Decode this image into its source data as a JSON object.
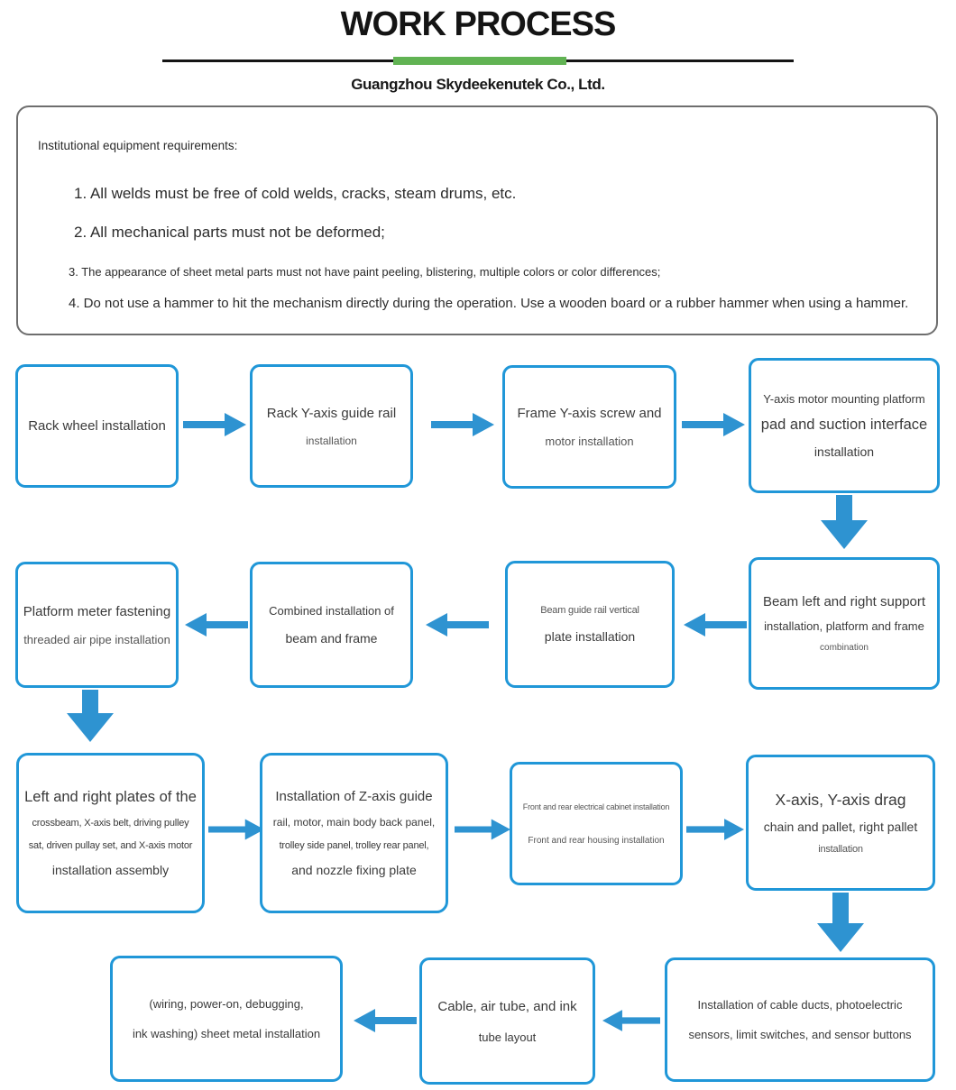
{
  "colors": {
    "accent_green": "#61b353",
    "line_black": "#141414",
    "req_border": "#6e6e6e",
    "flow_blue": "#2097d8",
    "arrow_blue": "#2e93d1"
  },
  "header": {
    "title": "WORK PROCESS",
    "company": "Guangzhou Skydeekenutek Co., Ltd."
  },
  "requirements": {
    "heading": "Institutional equipment requirements:",
    "items": [
      "1. All welds must be free of cold welds, cracks, steam drums, etc.",
      "2. All mechanical parts must not be deformed;",
      "3. The appearance of sheet metal parts must not have paint peeling, blistering, multiple colors or color differences;",
      "4. Do not use a hammer to hit the mechanism directly during the operation. Use a wooden board or a rubber hammer when using a hammer."
    ]
  },
  "flow": {
    "steps": [
      {
        "id": "rack-wheel-installation",
        "lines": [
          "Rack wheel installation"
        ]
      },
      {
        "id": "rack-y-axis-guide-rail-installation",
        "lines": [
          "Rack Y-axis guide rail",
          "installation"
        ]
      },
      {
        "id": "frame-y-axis-screw-motor-installation",
        "lines": [
          "Frame Y-axis screw and",
          "motor installation"
        ]
      },
      {
        "id": "y-axis-motor-platform-pad-suction-installation",
        "lines": [
          "Y-axis motor mounting platform",
          "pad and suction interface",
          "installation"
        ]
      },
      {
        "id": "platform-meter-fastening-air-pipe-installation",
        "lines": [
          "Platform meter fastening",
          "threaded air pipe installation"
        ]
      },
      {
        "id": "combined-installation-beam-frame",
        "lines": [
          "Combined installation of",
          "beam and frame"
        ]
      },
      {
        "id": "beam-guide-rail-vertical-plate-installation",
        "lines": [
          "Beam guide rail vertical",
          "plate installation"
        ]
      },
      {
        "id": "beam-support-platform-frame-combination",
        "lines": [
          "Beam left and right support",
          "installation, platform and frame",
          "combination"
        ]
      },
      {
        "id": "crossbeam-plates-belt-pulley-motor-assembly",
        "lines": [
          "Left and right plates of the",
          "crossbeam, X-axis belt, driving pulley",
          "sat, driven pullay set, and X-axis motor",
          "installation assembly"
        ]
      },
      {
        "id": "z-axis-guide-rail-panels-nozzle-plate-installation",
        "lines": [
          "Installation of Z-axis guide",
          "rail, motor, main body back panel,",
          "trolley side panel, trolley rear panel,",
          "and nozzle fixing plate"
        ]
      },
      {
        "id": "electrical-cabinet-housing-installation",
        "lines": [
          "Front and rear electrical cabinet installation",
          "Front and rear housing installation"
        ]
      },
      {
        "id": "x-y-axis-drag-chain-pallet-installation",
        "lines": [
          "X-axis, Y-axis drag",
          "chain and pallet, right pallet",
          "installation"
        ]
      },
      {
        "id": "cable-ducts-sensors-switches-installation",
        "lines": [
          "Installation of cable ducts, photoelectric",
          "sensors, limit switches, and sensor buttons"
        ]
      },
      {
        "id": "cable-air-ink-tube-layout",
        "lines": [
          "Cable, air tube, and ink",
          "tube layout"
        ]
      },
      {
        "id": "wiring-debugging-sheet-metal-installation",
        "lines": [
          "(wiring, power-on, debugging,",
          "ink washing) sheet metal installation"
        ]
      }
    ]
  }
}
